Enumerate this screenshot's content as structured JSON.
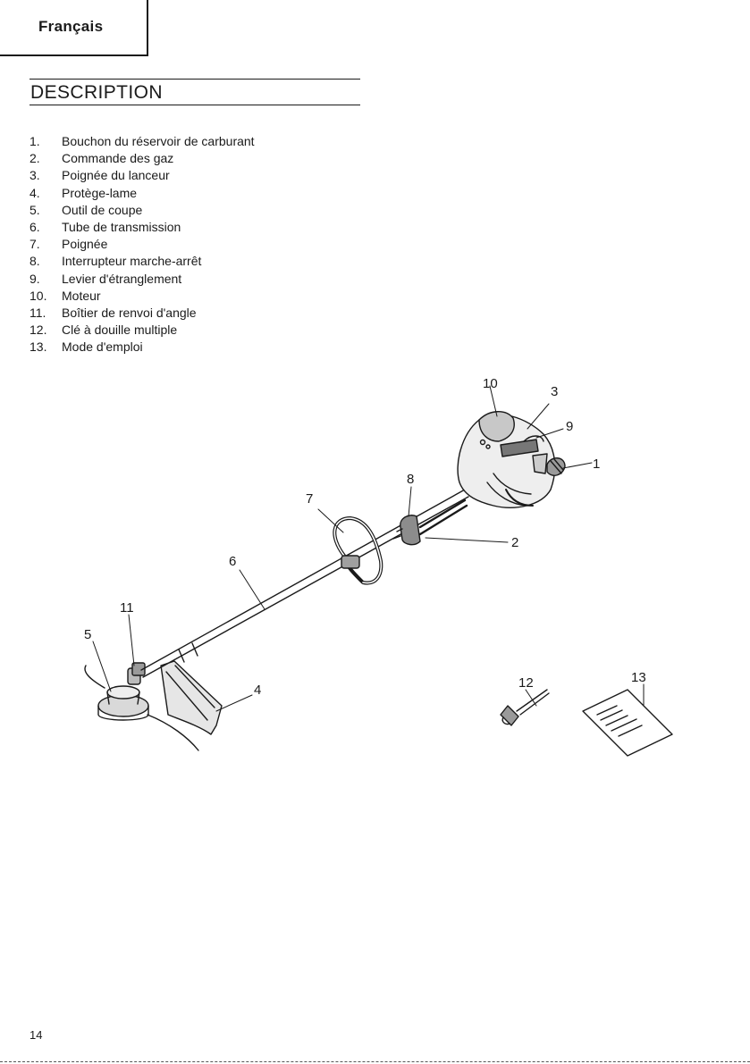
{
  "language_tab": "Français",
  "heading": "DESCRIPTION",
  "parts": [
    {
      "num": "1.",
      "label": "Bouchon du réservoir de carburant"
    },
    {
      "num": "2.",
      "label": "Commande des gaz"
    },
    {
      "num": "3.",
      "label": "Poignée du lanceur"
    },
    {
      "num": "4.",
      "label": "Protège-lame"
    },
    {
      "num": "5.",
      "label": "Outil de coupe"
    },
    {
      "num": "6.",
      "label": "Tube de transmission"
    },
    {
      "num": "7.",
      "label": "Poignée"
    },
    {
      "num": "8.",
      "label": "Interrupteur marche-arrêt"
    },
    {
      "num": "9.",
      "label": "Levier d'étranglement"
    },
    {
      "num": "10.",
      "label": "Moteur"
    },
    {
      "num": "11.",
      "label": "Boîtier de renvoi d'angle"
    },
    {
      "num": "12.",
      "label": "Clé à douille multiple"
    },
    {
      "num": "13.",
      "label": "Mode d'emploi"
    }
  ],
  "diagram": {
    "callouts": [
      "1",
      "2",
      "3",
      "4",
      "5",
      "6",
      "7",
      "8",
      "9",
      "10",
      "11",
      "12",
      "13"
    ]
  },
  "page_number": "14"
}
